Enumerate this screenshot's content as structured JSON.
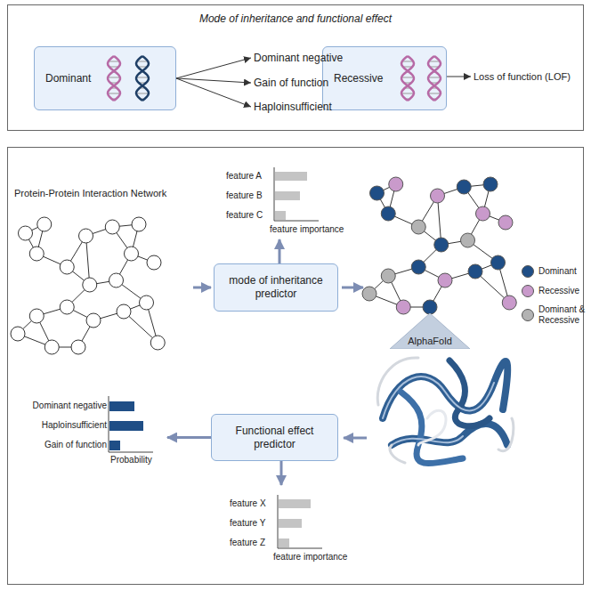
{
  "diagram": {
    "nodes": [
      {
        "text": [
          "Mode of inheritance and functional effect"
        ]
      },
      {
        "text": [
          "Dominant"
        ],
        "in": 0
      },
      {
        "text": [
          "Dominant negative"
        ],
        "in": 0
      },
      {
        "text": [
          "Gain of function"
        ],
        "in": 0
      },
      {
        "text": [
          "Haploinsufficient"
        ],
        "in": 0
      },
      {
        "text": [
          "Recessive"
        ],
        "in": 0
      },
      {
        "text": [
          "Loss of function (LOF)"
        ],
        "in": 0
      },
      {
        "text": [
          "Protein-Protein Interaction Network"
        ]
      },
      {
        "text": [
          "feature A",
          "feature B",
          "feature C",
          "feature importance"
        ]
      },
      {
        "text": [
          "mode of inheritance predictor"
        ]
      },
      {
        "text": [
          "AlphaFold"
        ]
      },
      {
        "text": [
          "Functional effect predictor"
        ]
      },
      {
        "text": [
          "Dominant negative",
          "Haploinsufficient",
          "Gain of function",
          "Probability"
        ]
      },
      {
        "text": [
          "feature X",
          "feature Y",
          "feature Z",
          "feature importance"
        ]
      }
    ],
    "edges": [
      {
        "from": 1,
        "to": 2,
        "arrow": "to"
      },
      {
        "from": 1,
        "to": 3,
        "arrow": "to"
      },
      {
        "from": 1,
        "to": 4,
        "arrow": "to"
      },
      {
        "from": 5,
        "to": 6,
        "arrow": "to"
      },
      {
        "from": 7,
        "to": 9,
        "arrow": "to"
      },
      {
        "from": 9,
        "to": 8,
        "arrow": "to"
      },
      {
        "from": 11,
        "to": 12,
        "arrow": "to"
      },
      {
        "from": 11,
        "to": 13,
        "arrow": "to"
      }
    ],
    "legend": [
      {
        "text": "Dominant",
        "color": "#1f4e86"
      },
      {
        "text": "Recessive",
        "color": "#c99acb"
      },
      {
        "text": "Dominant & Recessive",
        "color": "#b3b3b3"
      }
    ]
  }
}
